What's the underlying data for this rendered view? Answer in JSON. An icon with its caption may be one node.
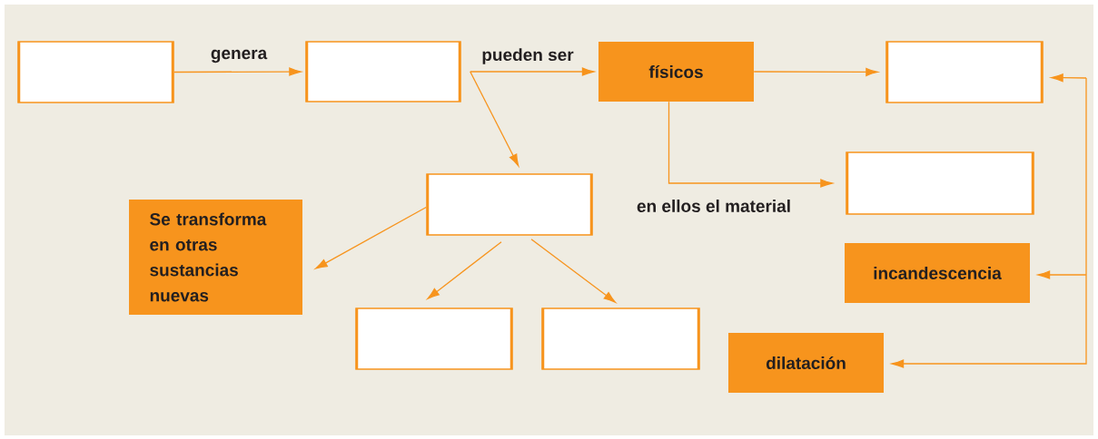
{
  "diagram": {
    "nodes": [
      {
        "text": [],
        "shape": "box"
      },
      {
        "text": [],
        "shape": "box"
      },
      {
        "text": [
          "físicos"
        ]
      },
      {
        "text": [],
        "shape": "box"
      },
      {
        "text": [],
        "shape": "box"
      },
      {
        "text": [],
        "shape": "box"
      },
      {
        "text": [
          "Se transforma en otras sustancias nuevas"
        ]
      },
      {
        "text": [
          "incandescencia"
        ]
      },
      {
        "text": [],
        "shape": "box"
      },
      {
        "text": [],
        "shape": "box"
      },
      {
        "text": [
          "dilatación"
        ]
      }
    ],
    "edges": [
      {
        "from": 0,
        "to": 1,
        "arrow": "to",
        "label": "genera"
      },
      {
        "from": 1,
        "to": 2,
        "arrow": "to",
        "label": "pueden ser"
      },
      {
        "from": 1,
        "to": 5,
        "arrow": "to"
      },
      {
        "from": 2,
        "to": 3,
        "arrow": "to"
      },
      {
        "from": 2,
        "to": 4,
        "arrow": "to",
        "label": "en ellos el material"
      },
      {
        "from": 5,
        "to": 6,
        "arrow": "to"
      },
      {
        "from": 5,
        "to": 8,
        "arrow": "to"
      },
      {
        "from": 5,
        "to": 9,
        "arrow": "to"
      },
      {
        "from": null,
        "to": 3,
        "arrow": "to"
      },
      {
        "from": null,
        "to": 7,
        "arrow": "to"
      },
      {
        "from": null,
        "to": 10,
        "arrow": "to"
      }
    ]
  }
}
